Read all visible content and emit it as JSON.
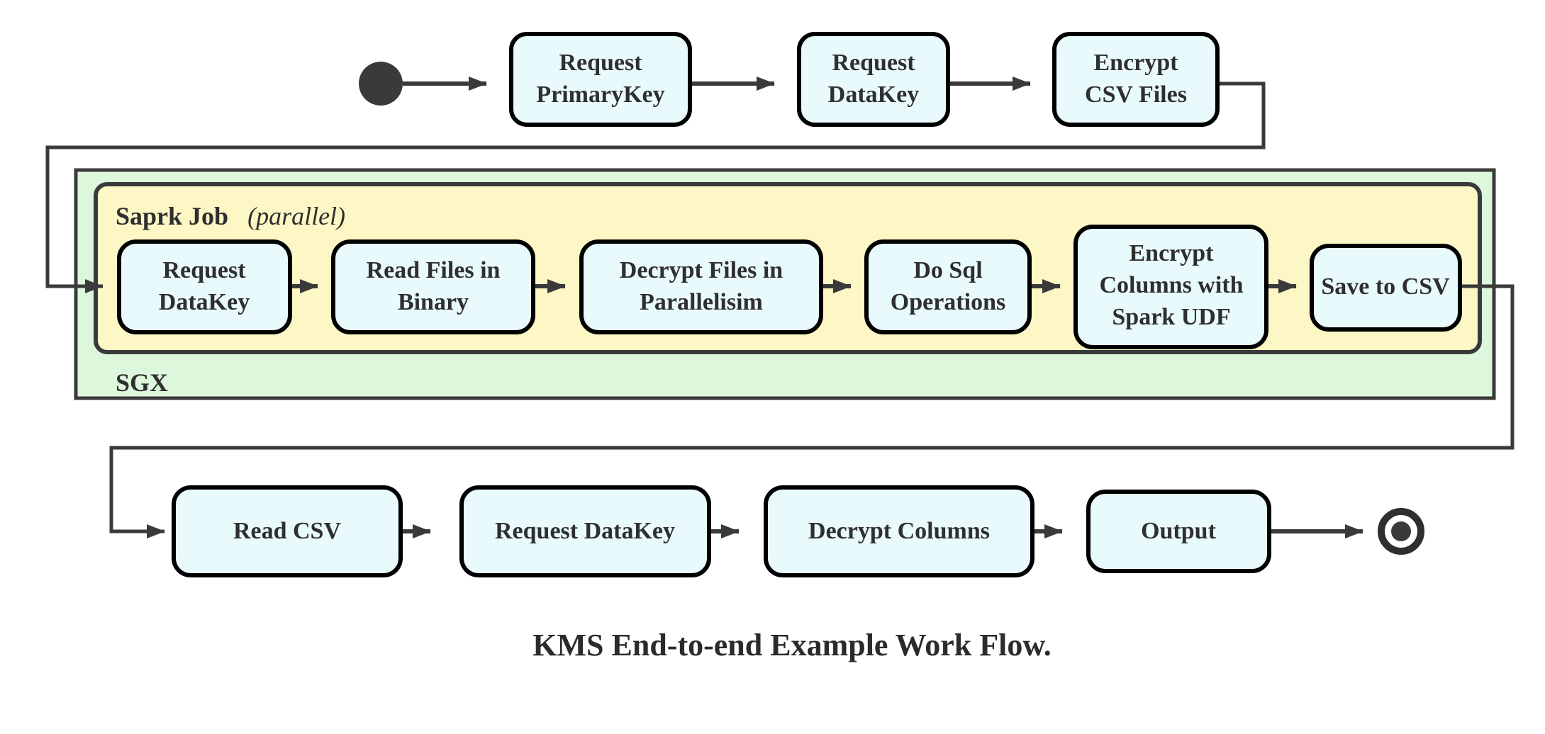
{
  "caption": "KMS End-to-end Example Work Flow.",
  "colors": {
    "node_fill": "#e9fafd",
    "node_stroke": "#000000",
    "sgx_fill": "#ddf7dd",
    "spark_fill": "#fdf7c5",
    "line": "#3a3a3a",
    "text": "#2f2f2f",
    "background": "#ffffff"
  },
  "groups": {
    "sgx": {
      "label": "SGX"
    },
    "spark": {
      "label": "Saprk Job",
      "modifier": "(parallel)",
      "modifier_italic": "parallel"
    }
  },
  "markers": {
    "start": "start-node",
    "end": "end-node"
  },
  "rows": {
    "top": {
      "nodes": [
        {
          "id": "request-primarykey",
          "lines": [
            "Request",
            "PrimaryKey"
          ]
        },
        {
          "id": "request-datakey-top",
          "lines": [
            "Request",
            "DataKey"
          ]
        },
        {
          "id": "encrypt-csv-files",
          "lines": [
            "Encrypt",
            "CSV Files"
          ]
        }
      ]
    },
    "spark": {
      "nodes": [
        {
          "id": "request-datakey-spark",
          "lines": [
            "Request",
            "DataKey"
          ]
        },
        {
          "id": "read-files-in-binary",
          "lines": [
            "Read Files in",
            "Binary"
          ]
        },
        {
          "id": "decrypt-files-in-parallelisim",
          "lines": [
            "Decrypt Files in",
            "Parallelisim"
          ]
        },
        {
          "id": "do-sql-operations",
          "lines": [
            "Do Sql",
            "Operations"
          ]
        },
        {
          "id": "encrypt-columns-with-spark-udf",
          "lines": [
            "Encrypt",
            "Columns with",
            "Spark UDF"
          ]
        },
        {
          "id": "save-to-csv",
          "lines": [
            "Save to CSV"
          ]
        }
      ]
    },
    "bottom": {
      "nodes": [
        {
          "id": "read-csv",
          "lines": [
            "Read CSV"
          ]
        },
        {
          "id": "request-datakey-bottom",
          "lines": [
            "Request DataKey"
          ]
        },
        {
          "id": "decrypt-columns",
          "lines": [
            "Decrypt Columns"
          ]
        },
        {
          "id": "output",
          "lines": [
            "Output"
          ]
        }
      ]
    }
  }
}
